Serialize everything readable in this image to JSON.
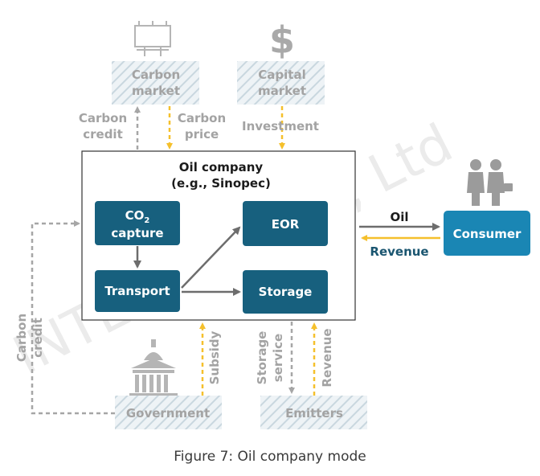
{
  "diagram": {
    "top_nodes": {
      "carbon_market": [
        "Carbon",
        "market"
      ],
      "capital_market": [
        "Capital",
        "market"
      ]
    },
    "flows_top": {
      "carbon_credit": [
        "Carbon",
        "credit"
      ],
      "carbon_price": [
        "Carbon",
        "price"
      ],
      "investment": "Investment"
    },
    "oil_company": [
      "Oil company",
      "(e.g., Sinopec)"
    ],
    "process": {
      "co2_capture": {
        "line1_main": "CO",
        "line1_sub": "2",
        "line2": "capture"
      },
      "transport": "Transport",
      "eor": "EOR",
      "storage": "Storage"
    },
    "right": {
      "consumer": "Consumer",
      "oil": "Oil",
      "revenue": "Revenue"
    },
    "left_flow": [
      "Carbon",
      "credit"
    ],
    "bottom_flows": {
      "subsidy": "Subsidy",
      "storage_service": [
        "Storage",
        "service"
      ],
      "revenue": "Revenue"
    },
    "bottom_nodes": {
      "government": "Government",
      "emitters": "Emitters"
    },
    "watermark": "INTEGRAL Co., Ltd",
    "caption": "Figure 7: Oil company mode",
    "colors": {
      "process_box": "#17607e",
      "consumer_box": "#1a86b4",
      "hatch_grey": "#c9d7df",
      "grey_arrow": "#9b9b9b",
      "yellow_arrow": "#f5c02c",
      "dark_arrow": "#6d6d6d"
    },
    "icons": [
      "billboard-icon",
      "dollar-icon",
      "people-icon",
      "government-building-icon"
    ]
  }
}
